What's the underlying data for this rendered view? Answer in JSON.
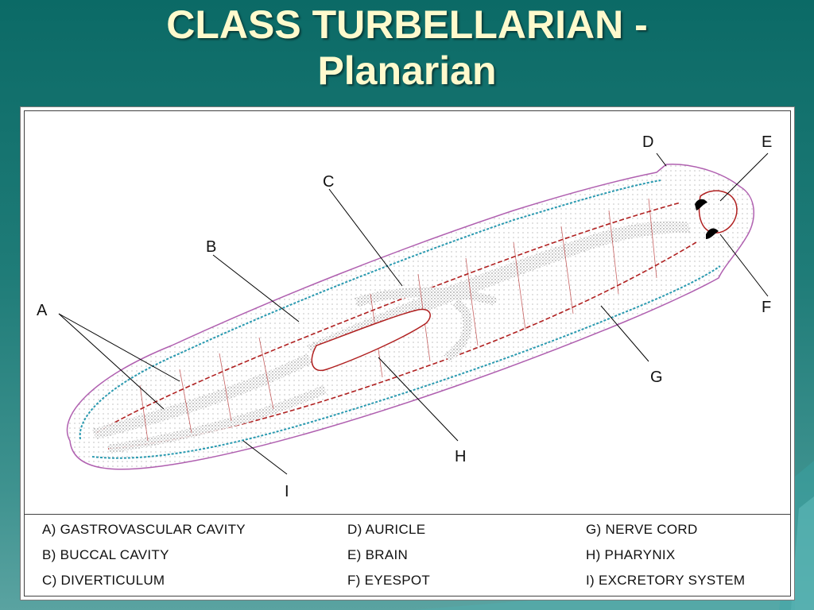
{
  "title": {
    "line1": "CLASS TURBELLARIAN -",
    "line2": "Planarian"
  },
  "diagram_labels": [
    "A",
    "B",
    "C",
    "D",
    "E",
    "F",
    "G",
    "H",
    "I"
  ],
  "legend": [
    "A) GASTROVASCULAR CAVITY",
    "B) BUCCAL CAVITY",
    "C) DIVERTICULUM",
    "D) AURICLE",
    "E) BRAIN",
    "F) EYESPOT",
    "G) NERVE CORD",
    "H) PHARYNIX",
    "I) EXCRETORY SYSTEM"
  ],
  "colors": {
    "title": "#fffacd",
    "background": "#1f7c78",
    "body_outline": "#b060b0",
    "nerve": "#b02020",
    "excretory_blue": "#2a9ab0",
    "gut_stipple": "#7a7a7a"
  }
}
